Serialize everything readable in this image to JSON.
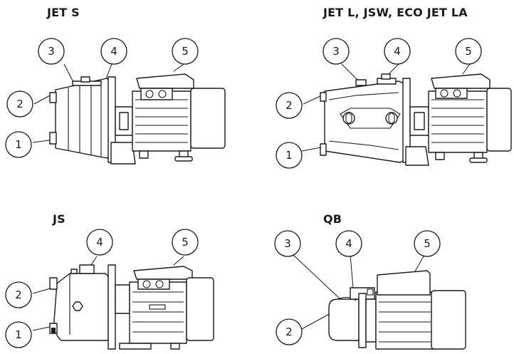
{
  "panels": {
    "jet_s": {
      "title": "JET S",
      "callouts": [
        "1",
        "2",
        "3",
        "4",
        "5"
      ]
    },
    "jet_l": {
      "title": "JET L, JSW, ECO JET LA",
      "callouts": [
        "1",
        "2",
        "3",
        "4",
        "5"
      ]
    },
    "js": {
      "title": "JS",
      "callouts": [
        "1",
        "2",
        "4",
        "5"
      ]
    },
    "qb": {
      "title": "QB",
      "callouts": [
        "2",
        "3",
        "4",
        "5"
      ]
    }
  }
}
